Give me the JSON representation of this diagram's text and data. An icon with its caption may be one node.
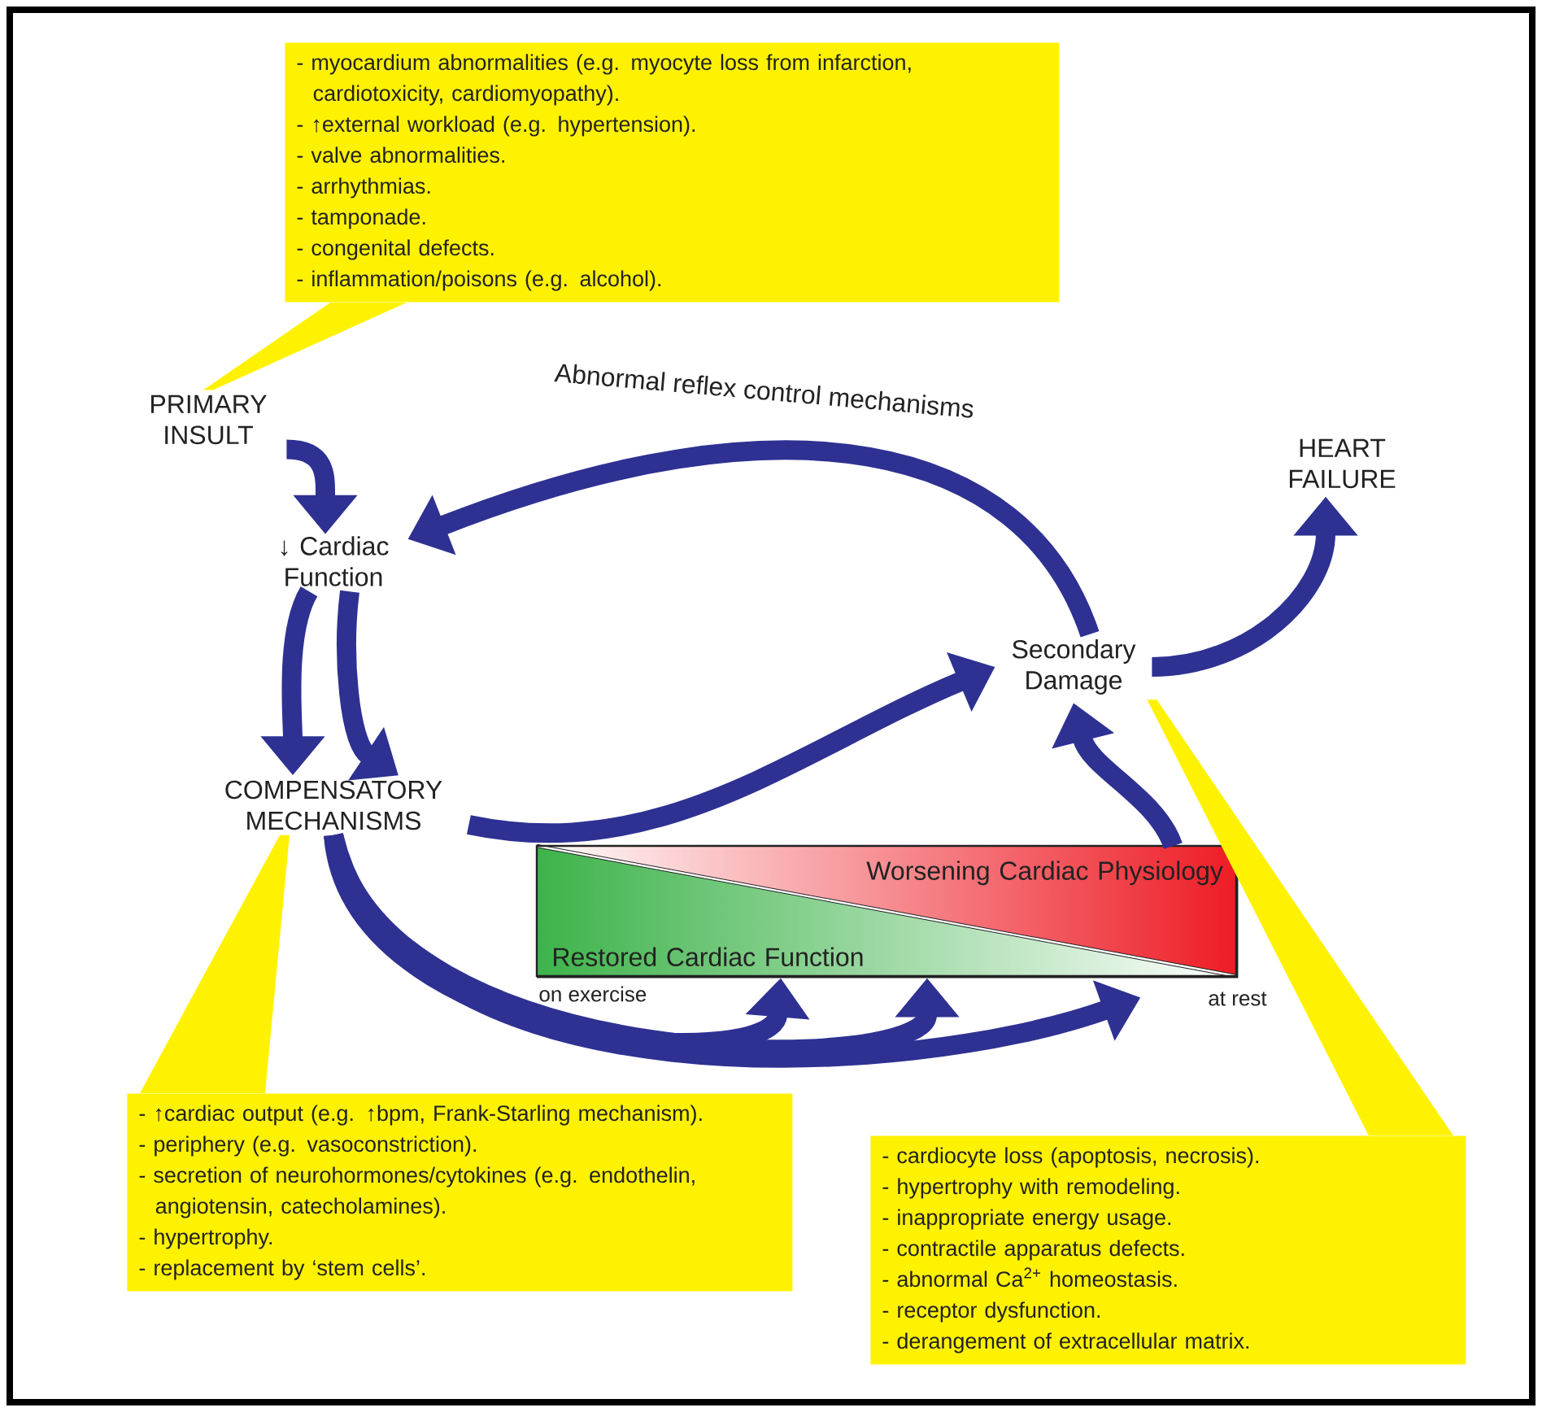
{
  "diagram": {
    "nodes": [
      {
        "text": [
          "- myocardium abnormalities (e.g. myocyte loss from infarction, cardiotoxicity, cardiomyopathy).",
          "- ↑external workload (e.g. hypertension).",
          "- valve abnormalities.",
          "- arrhythmias.",
          "- tamponade.",
          "- congenital defects.",
          "- inflammation/poisons (e.g. alcohol)."
        ]
      },
      {
        "text": [
          "PRIMARY INSULT"
        ]
      },
      {
        "text": [
          "↓ Cardiac Function"
        ]
      },
      {
        "text": [
          "COMPENSATORY MECHANISMS"
        ]
      },
      {
        "text": [
          "Secondary Damage"
        ]
      },
      {
        "text": [
          "HEART FAILURE"
        ]
      },
      {
        "text": [
          "Restored Cardiac Function",
          "Worsening Cardiac Physiology"
        ]
      },
      {
        "text": [
          "- ↑cardiac output (e.g. ↑bpm, Frank-Starling mechanism).",
          "- periphery (e.g. vasoconstriction).",
          "- secretion of neurohormones/cytokines (e.g. endothelin, angiotensin, catecholamines).",
          "- hypertrophy.",
          "- replacement by ‘stem cells’."
        ]
      },
      {
        "text": [
          "- cardiocyte loss (apoptosis, necrosis).",
          "- hypertrophy with remodeling.",
          "- inappropriate energy usage.",
          "- contractile apparatus defects.",
          "- abnormal Ca$^{2+}$ homeostasis.",
          "- receptor dysfunction.",
          "- derangement of extracellular matrix."
        ]
      }
    ],
    "edges": [
      {
        "from": 1,
        "to": 2,
        "arrow": "to"
      },
      {
        "from": 4,
        "to": 2,
        "arrow": "to",
        "label": "Abnormal reflex control mechanisms"
      },
      {
        "from": 2,
        "to": 3,
        "arrow": "to"
      },
      {
        "from": 2,
        "to": 3,
        "arrow": "to"
      },
      {
        "from": 3,
        "to": 4,
        "arrow": "to"
      },
      {
        "from": 4,
        "to": 5,
        "arrow": "to"
      },
      {
        "from": 6,
        "to": 4,
        "arrow": "to"
      },
      {
        "from": 3,
        "to": 6,
        "arrow": "to"
      },
      {
        "from": 3,
        "to": 6,
        "arrow": "to"
      },
      {
        "from": 3,
        "to": 6,
        "arrow": "to"
      },
      {
        "from": 0,
        "to": 1,
        "arrow": "none",
        "color": "#fff200"
      },
      {
        "from": 7,
        "to": 3,
        "arrow": "none",
        "color": "#fff200"
      },
      {
        "from": 8,
        "to": 4,
        "arrow": "none",
        "color": "#fff200"
      }
    ],
    "labels": [
      "on exercise",
      "at rest"
    ]
  }
}
